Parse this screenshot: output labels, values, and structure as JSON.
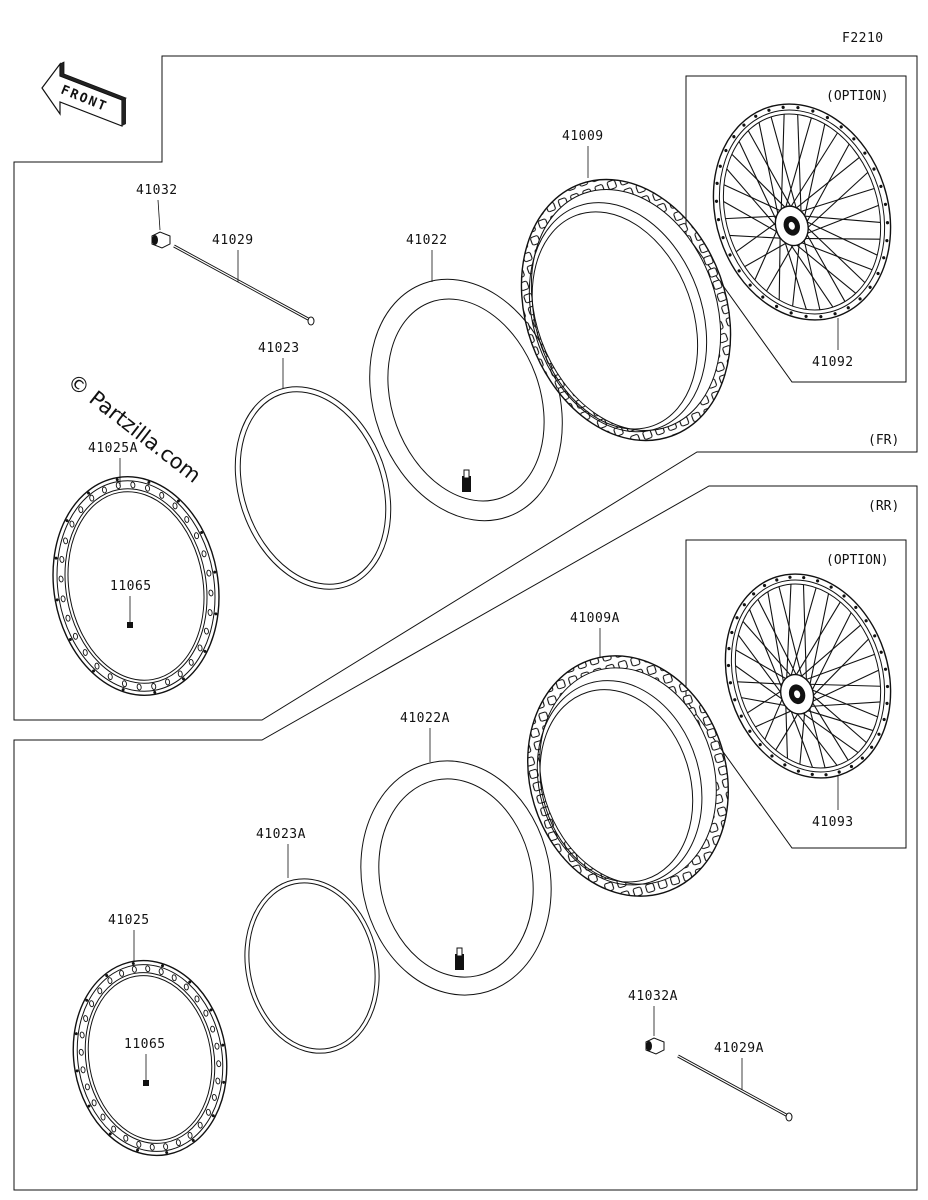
{
  "diagram_code": "F2210",
  "front_arrow": {
    "text": "FRONT",
    "icon": "front-direction-arrow-icon"
  },
  "watermark": "© Partzilla.com",
  "sections": {
    "front": {
      "label": "(FR)",
      "option_label": "(OPTION)"
    },
    "rear": {
      "label": "(RR)",
      "option_label": "(OPTION)"
    }
  },
  "parts": {
    "p41032": "41032",
    "p41029": "41029",
    "p41022": "41022",
    "p41009": "41009",
    "p41092": "41092",
    "p41023": "41023",
    "p41025A": "41025A",
    "p11065_front": "11065",
    "p41009A": "41009A",
    "p41093": "41093",
    "p41022A": "41022A",
    "p41023A": "41023A",
    "p41025": "41025",
    "p11065_rear": "11065",
    "p41032A": "41032A",
    "p41029A": "41029A"
  },
  "colors": {
    "line": "#111111",
    "background": "#ffffff"
  }
}
